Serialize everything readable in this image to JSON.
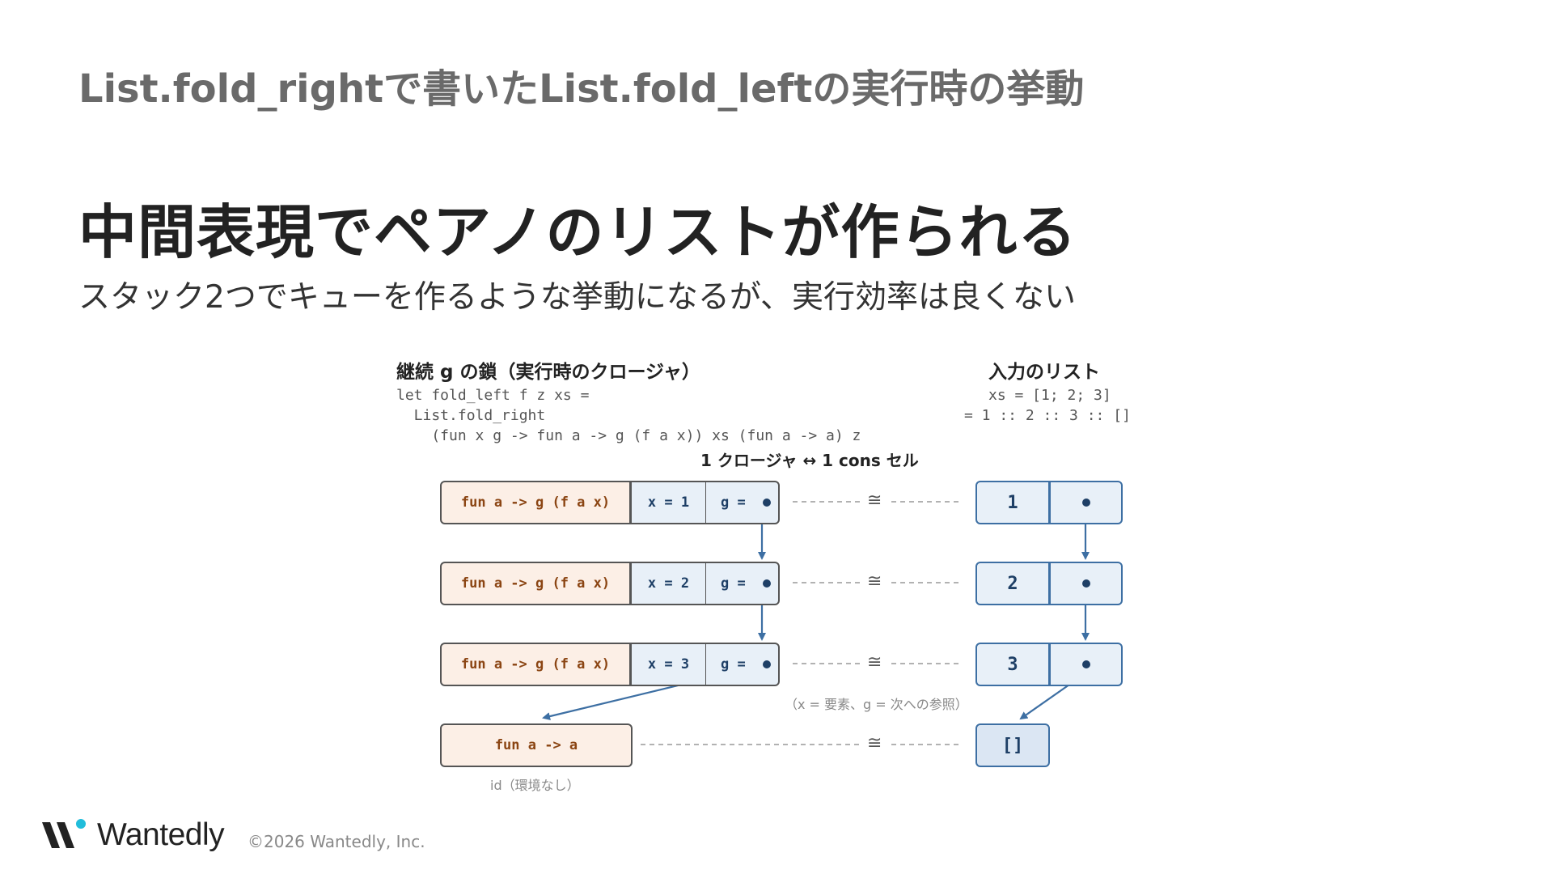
{
  "header": {
    "title": "List.fold_rightで書いたList.fold_leftの実行時の挙動"
  },
  "main": {
    "headline": "中間表現でペアノのリストが作られる",
    "subheadline": "スタック2つでキューを作るような挙動になるが、実行効率は良くない"
  },
  "diagram": {
    "left_title": "継続 g の鎖（実行時のクロージャ）",
    "right_title": "入力のリスト",
    "code": [
      "let fold_left f z xs =",
      "  List.fold_right",
      "    (fun x g -> fun a -> g (f a x)) xs (fun a -> a) z"
    ],
    "list_code": [
      "xs = [1; 2; 3]",
      "= 1 :: 2 :: 3 :: []"
    ],
    "correspondence": "1 クロージャ ↔ 1 cons セル",
    "closures": [
      {
        "body": "fun a -> g (f a x)",
        "x": "x = 1",
        "g": "g ="
      },
      {
        "body": "fun a -> g (f a x)",
        "x": "x = 2",
        "g": "g ="
      },
      {
        "body": "fun a -> g (f a x)",
        "x": "x = 3",
        "g": "g ="
      }
    ],
    "final_closure": "fun a -> a",
    "final_note": "id（環境なし）",
    "cons_cells": [
      {
        "head": "1"
      },
      {
        "head": "2"
      },
      {
        "head": "3"
      }
    ],
    "nil": "[]",
    "iso_symbol": "≅",
    "legend_note": "（x = 要素、g = 次への参照）",
    "colors": {
      "closure_fill": "#fcefe6",
      "closure_text": "#8b4513",
      "cell_fill": "#e8f0f8",
      "cell_border": "#3d6fa3",
      "pointer": "#3d6fa3",
      "dot": "#1e3f66"
    }
  },
  "footer": {
    "logo_text": "Wantedly",
    "copyright": "©2026 Wantedly, Inc."
  }
}
